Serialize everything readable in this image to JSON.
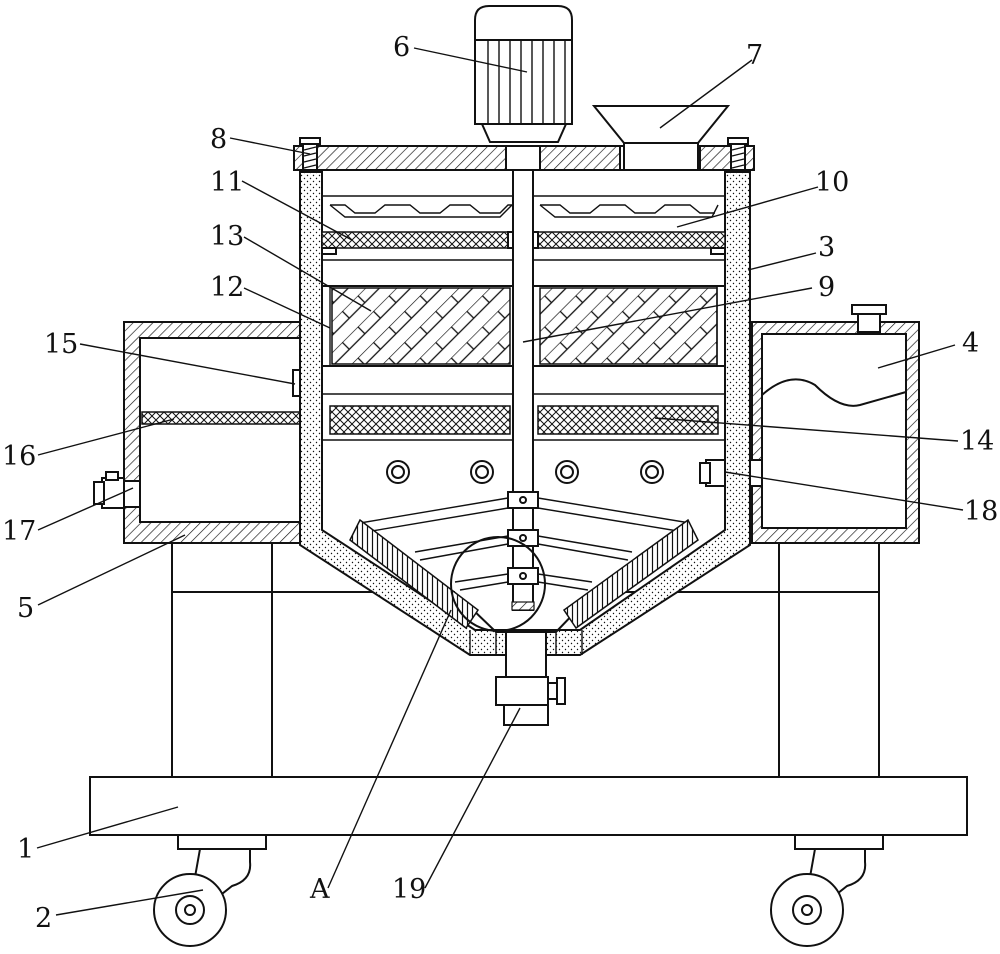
{
  "labels": [
    {
      "id": "1",
      "text": "1"
    },
    {
      "id": "2",
      "text": "2"
    },
    {
      "id": "3",
      "text": "3"
    },
    {
      "id": "4",
      "text": "4"
    },
    {
      "id": "5",
      "text": "5"
    },
    {
      "id": "6",
      "text": "6"
    },
    {
      "id": "7",
      "text": "7"
    },
    {
      "id": "8",
      "text": "8"
    },
    {
      "id": "9",
      "text": "9"
    },
    {
      "id": "10",
      "text": "10"
    },
    {
      "id": "11",
      "text": "11"
    },
    {
      "id": "12",
      "text": "12"
    },
    {
      "id": "13",
      "text": "13"
    },
    {
      "id": "14",
      "text": "14"
    },
    {
      "id": "15",
      "text": "15"
    },
    {
      "id": "16",
      "text": "16"
    },
    {
      "id": "17",
      "text": "17"
    },
    {
      "id": "18",
      "text": "18"
    },
    {
      "id": "19",
      "text": "19"
    },
    {
      "id": "A",
      "text": "A"
    }
  ]
}
